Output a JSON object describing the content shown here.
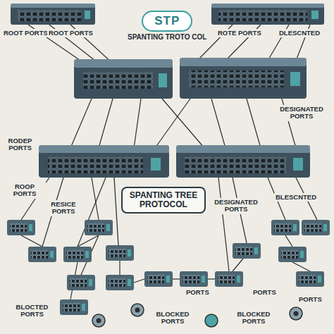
{
  "diagram": {
    "nodes": [
      {
        "text": [
          "STP",
          "SPANTING TROTO COL"
        ]
      },
      {
        "text": [
          "SPANTING TREE PROTOCOL"
        ]
      }
    ],
    "labels": [
      "ROOT PORTS",
      "ROOT PORTS",
      "ROTE PORTS",
      "DLESCNTED",
      "DESIGNATED PORTS",
      "RODEP PORTS",
      "ROOP PORTS",
      "RESICE PORTS",
      "DESIGNATED PORTS",
      "BLESCNTED",
      "PORTS",
      "PORTS",
      "PORTS",
      "BLOCTED PORTS",
      "BLOCKED PORTS",
      "BLOCKED PORTS"
    ]
  }
}
